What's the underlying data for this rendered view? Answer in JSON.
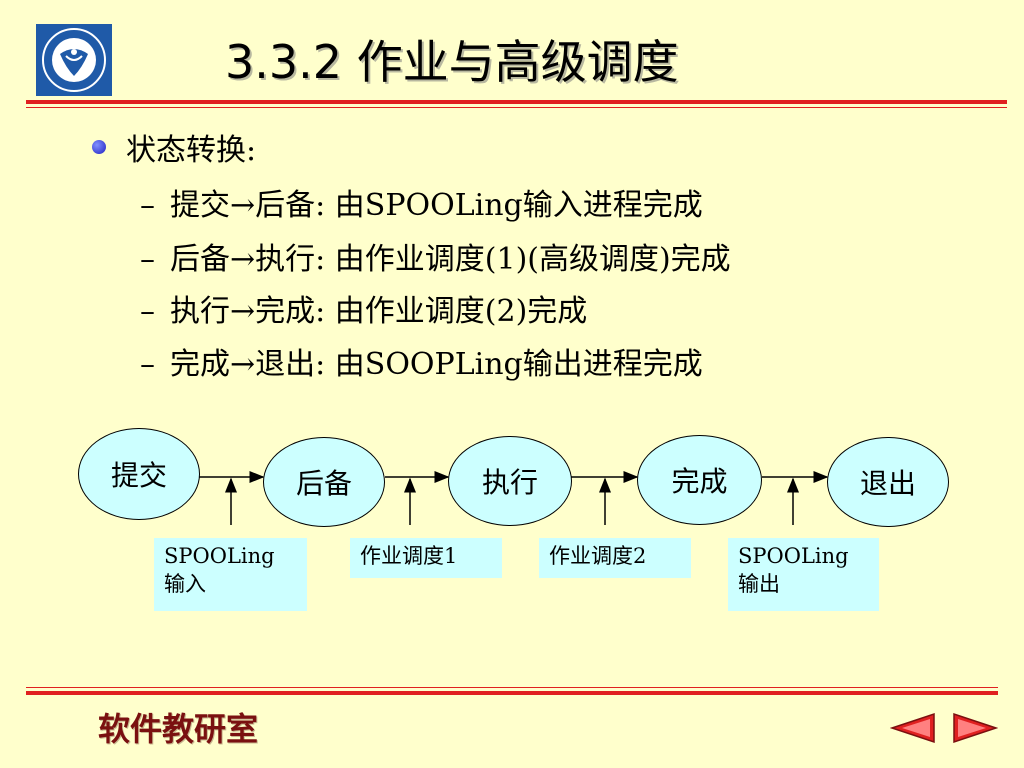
{
  "title": "3.3.2 作业与高级调度",
  "bullet": "状态转换:",
  "sub_items": [
    {
      "from": "提交",
      "to": "后备",
      "desc": ": 由SPOOLing输入进程完成"
    },
    {
      "from": "后备",
      "to": "执行",
      "desc": ": 由作业调度(1)(高级调度)完成"
    },
    {
      "from": "执行",
      "to": "完成",
      "desc": ": 由作业调度(2)完成"
    },
    {
      "from": "完成",
      "to": "退出",
      "desc": ": 由SOOPLing输出进程完成"
    }
  ],
  "arrow_glyph": "→",
  "dash_glyph": "–",
  "diagram": {
    "nodes": [
      "提交",
      "后备",
      "执行",
      "完成",
      "退出"
    ],
    "boxes": [
      {
        "line1": "SPOOLing",
        "line2": "输入"
      },
      {
        "line1": "作业调度1",
        "line2": ""
      },
      {
        "line1": "作业调度2",
        "line2": ""
      },
      {
        "line1": "SPOOLing",
        "line2": "输出"
      }
    ]
  },
  "footer": "软件教研室",
  "colors": {
    "background": "#ffffcc",
    "accent_red": "#e02020",
    "node_fill": "#ccffff",
    "footer_text": "#7a1010"
  },
  "icons": {
    "logo": "university-seal-logo",
    "prev": "previous-slide-arrow-icon",
    "next": "next-slide-arrow-icon"
  }
}
